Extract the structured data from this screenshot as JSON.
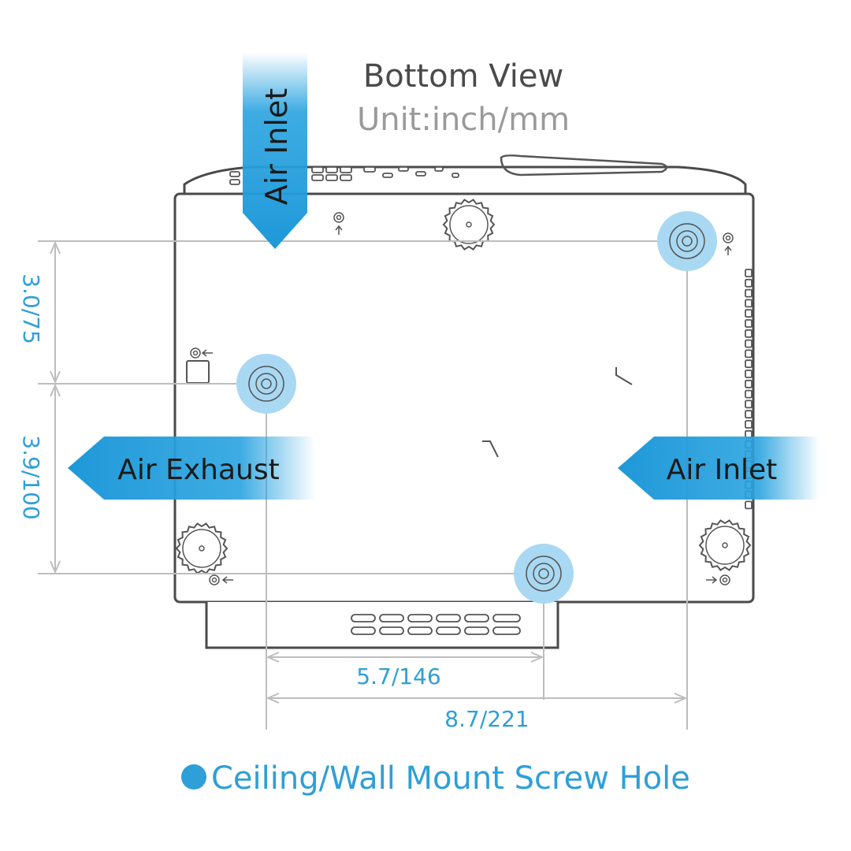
{
  "header": {
    "title": "Bottom View",
    "unit": "Unit:inch/mm"
  },
  "arrows": {
    "top_inlet": "Air Inlet",
    "exhaust": "Air Exhaust",
    "right_inlet": "Air Inlet"
  },
  "dimensions": {
    "vertical_upper": "3.0/75",
    "vertical_lower": "3.9/100",
    "horizontal_inner": "5.7/146",
    "horizontal_outer": "8.7/221"
  },
  "legend": {
    "label": "Ceiling/Wall Mount Screw Hole"
  },
  "colors": {
    "accent": "#2e9fd8",
    "highlight": "#a9d8f2",
    "arrow_fill": "#29a3e0",
    "outline": "#4a4a4a"
  }
}
